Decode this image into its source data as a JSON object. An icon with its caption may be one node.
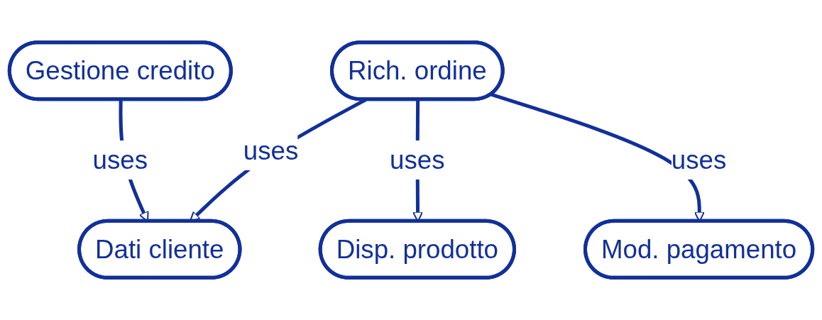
{
  "diagram": {
    "nodes": [
      {
        "text": [
          "Rich. ordine"
        ]
      },
      {
        "text": [
          "Mod. pagamento"
        ]
      },
      {
        "text": [
          "Gestione credito"
        ]
      },
      {
        "text": [
          "Disp. prodotto"
        ]
      },
      {
        "text": [
          "Dati cliente"
        ]
      }
    ],
    "edges": [
      {
        "from": 0,
        "to": 4,
        "arrow": "to",
        "label": "uses"
      },
      {
        "from": 0,
        "to": 3,
        "arrow": "to",
        "label": "uses"
      },
      {
        "from": 0,
        "to": 1,
        "arrow": "to",
        "label": "uses"
      },
      {
        "from": 2,
        "to": 4,
        "arrow": "to",
        "label": "uses"
      }
    ]
  }
}
